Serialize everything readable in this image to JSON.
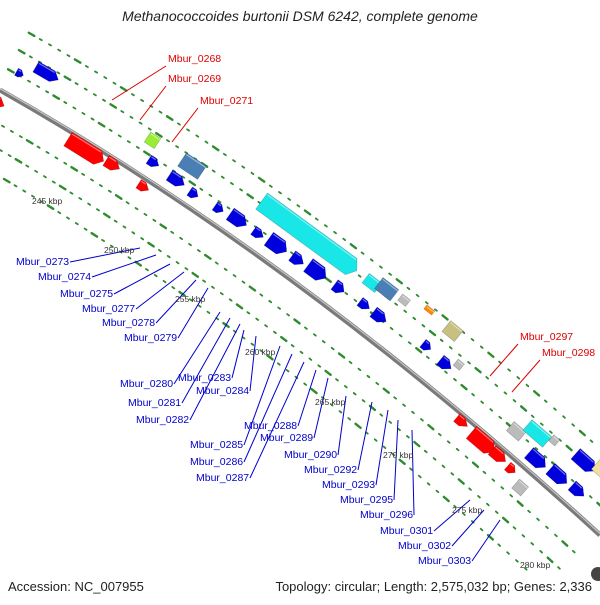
{
  "title": "Methanococcoides burtonii DSM 6242, complete genome",
  "accession": "Accession: NC_007955",
  "topology": "Topology: circular; Length: 2,575,032 bp; Genes: 2,336",
  "colors": {
    "backbone": "#8a8a8a",
    "tick": "#2e8b2e",
    "gene_blue": "#0000dd",
    "gene_red": "#ff0000",
    "gene_cyan": "#19e6e6",
    "gene_steelblue": "#4a7fb5",
    "gene_lime": "#99ee33",
    "gene_orange": "#ff8800",
    "gene_khaki": "#c8c080",
    "gene_gray": "#bbbbbb",
    "gene_paleyellow": "#efe0a0",
    "label_blue": "#0000cc",
    "label_red": "#dd0000"
  },
  "scale_labels": [
    "245 kbp",
    "250 kbp",
    "255 kbp",
    "260 kbp",
    "265 kbp",
    "270 kbp",
    "275 kbp",
    "280 kbp"
  ],
  "red_gene_labels": [
    "Mbur_0268",
    "Mbur_0269",
    "Mbur_0271",
    "Mbur_0297",
    "Mbur_0298"
  ],
  "blue_gene_labels": [
    "Mbur_0273",
    "Mbur_0274",
    "Mbur_0275",
    "Mbur_0277",
    "Mbur_0278",
    "Mbur_0279",
    "Mbur_0280",
    "Mbur_0281",
    "Mbur_0282",
    "Mbur_0283",
    "Mbur_0284",
    "Mbur_0285",
    "Mbur_0286",
    "Mbur_0287",
    "Mbur_0288",
    "Mbur_0289",
    "Mbur_0290",
    "Mbur_0292",
    "Mbur_0293",
    "Mbur_0295",
    "Mbur_0296",
    "Mbur_0301",
    "Mbur_0302",
    "Mbur_0303"
  ]
}
